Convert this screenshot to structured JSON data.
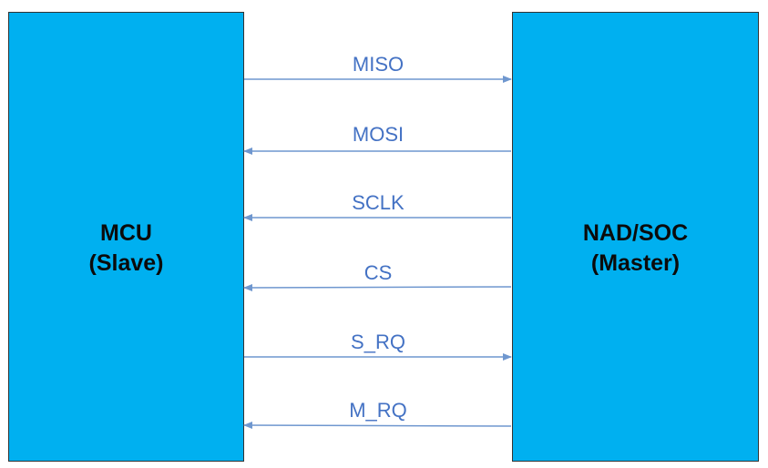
{
  "diagram": {
    "colors": {
      "block_fill": "#00b0f0",
      "block_border": "#333333",
      "arrow": "#6f97cf",
      "signal_text": "#4472c4",
      "block_text": "#0b0b0b"
    },
    "left_block": {
      "title": "MCU",
      "subtitle": "(Slave)"
    },
    "right_block": {
      "title": "NAD/SOC",
      "subtitle": "(Master)"
    },
    "signals": [
      {
        "name": "MISO",
        "direction": "to-master"
      },
      {
        "name": "MOSI",
        "direction": "to-slave"
      },
      {
        "name": "SCLK",
        "direction": "to-slave"
      },
      {
        "name": "CS",
        "direction": "to-slave"
      },
      {
        "name": "S_RQ",
        "direction": "to-master"
      },
      {
        "name": "M_RQ",
        "direction": "to-slave"
      }
    ]
  }
}
